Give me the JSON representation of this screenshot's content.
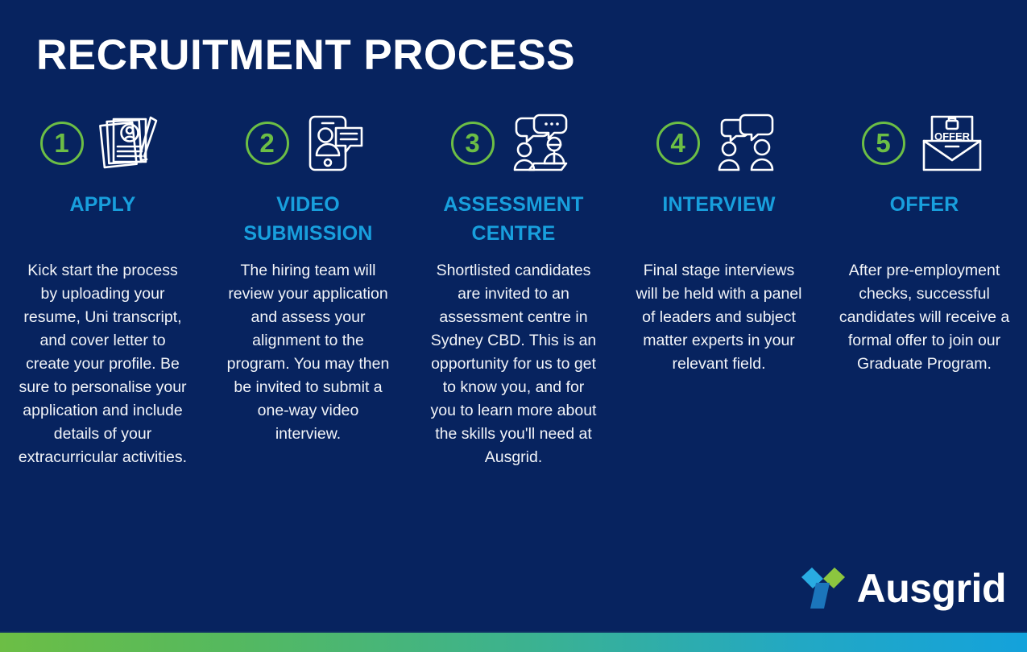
{
  "poster": {
    "title": "RECRUITMENT PROCESS",
    "background_color": "#07235f",
    "accent_green": "#6cbe45",
    "accent_blue": "#189fdd",
    "text_color": "#ffffff"
  },
  "steps": [
    {
      "number": "1",
      "label": "APPLY",
      "icon": "resume-document-icon",
      "body": "Kick start the process by uploading your resume, Uni transcript, and cover letter to create your profile.\nBe sure to personalise your application and include details of your extracurricular activities."
    },
    {
      "number": "2",
      "label": "VIDEO SUBMISSION",
      "icon": "phone-video-chat-icon",
      "body": "The hiring team will review your application and assess your alignment to the program.\nYou may then be invited to submit a one-way video interview."
    },
    {
      "number": "3",
      "label": "ASSESSMENT CENTRE",
      "icon": "group-discussion-table-icon",
      "body": "Shortlisted candidates are invited to an assessment centre in Sydney CBD.\nThis is an opportunity for us to get to know you, and for you to learn more about the skills you'll need at Ausgrid."
    },
    {
      "number": "4",
      "label": "INTERVIEW",
      "icon": "two-people-speech-bubbles-icon",
      "body": "Final stage interviews will be held with a panel of leaders and subject matter experts in your relevant field."
    },
    {
      "number": "5",
      "label": "OFFER",
      "icon": "envelope-offer-letter-icon",
      "body": "After pre-employment checks, successful candidates will receive a formal offer to join our Graduate Program."
    }
  ],
  "icon_text": {
    "offer_label": "OFFER"
  },
  "logo": {
    "wordmark": "Ausgrid",
    "mark_icon": "ausgrid-arrow-mark",
    "mark_colors": {
      "green": "#8cc63f",
      "cyan": "#29abe2",
      "blue": "#1b75bb"
    }
  },
  "footer_bar": {
    "gradient_from": "#6cbe45",
    "gradient_to": "#14a2db"
  }
}
